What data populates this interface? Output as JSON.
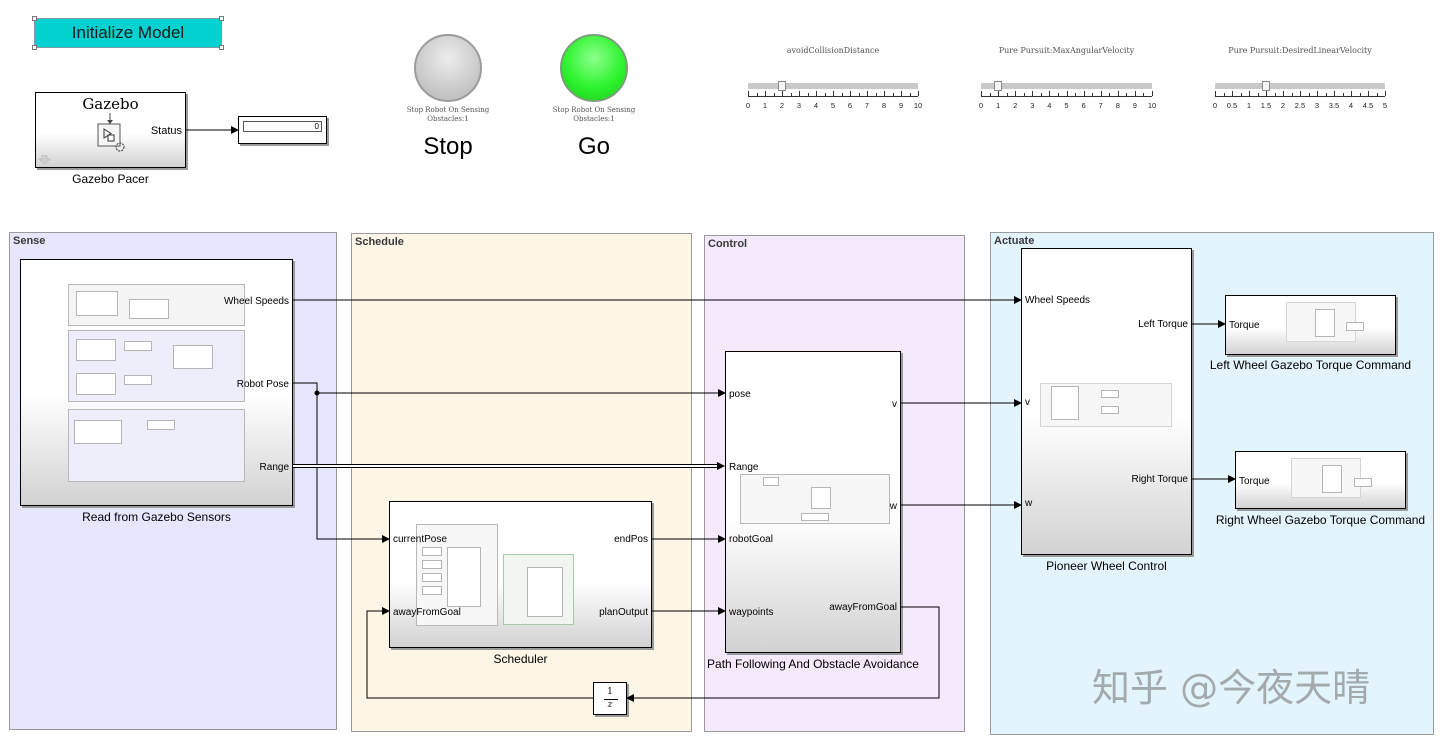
{
  "colors": {
    "initialize_button": "#00d1d1",
    "sense_area": "#e6e6ff",
    "schedule_area": "#fdf5e6",
    "control_area": "#f5e9fc",
    "actuate_area": "#e3f4fc",
    "lamp_stop": "#cdcdcd",
    "lamp_go": "#2ef42e"
  },
  "initialize_button": {
    "label": "Initialize Model"
  },
  "gazebo_pacer": {
    "title": "Gazebo",
    "port_status": "Status",
    "label": "Gazebo Pacer",
    "display_value": "0"
  },
  "lamps": [
    {
      "caption_line1": "Stop Robot On Sensing",
      "caption_line2": "Obstacles:1",
      "big_label": "Stop",
      "state": "off"
    },
    {
      "caption_line1": "Stop Robot On Sensing",
      "caption_line2": "Obstacles:1",
      "big_label": "Go",
      "state": "on"
    }
  ],
  "sliders": [
    {
      "title": "avoidCollisionDistance",
      "ticks": [
        "0",
        "1",
        "2",
        "3",
        "4",
        "5",
        "6",
        "7",
        "8",
        "9",
        "10"
      ],
      "min": 0,
      "max": 10,
      "value": 2
    },
    {
      "title": "Pure Pursuit:MaxAngularVelocity",
      "ticks": [
        "0",
        "1",
        "2",
        "3",
        "4",
        "5",
        "6",
        "7",
        "8",
        "9",
        "10"
      ],
      "min": 0,
      "max": 10,
      "value": 1
    },
    {
      "title": "Pure Pursuit:DesiredLinearVelocity",
      "ticks": [
        "0",
        "0.5",
        "1",
        "1.5",
        "2",
        "2.5",
        "3",
        "3.5",
        "4",
        "4.5",
        "5"
      ],
      "min": 0,
      "max": 5,
      "value": 1.5
    }
  ],
  "areas": {
    "sense": "Sense",
    "schedule": "Schedule",
    "control": "Control",
    "actuate": "Actuate"
  },
  "blocks": {
    "sensors": {
      "label": "Read from Gazebo Sensors",
      "out_wheel_speeds": "Wheel Speeds",
      "out_robot_pose": "Robot Pose",
      "out_range": "Range"
    },
    "scheduler": {
      "label": "Scheduler",
      "in_current_pose": "currentPose",
      "in_away_from_goal": "awayFromGoal",
      "out_end_pos": "endPos",
      "out_plan_output": "planOutput"
    },
    "path_following": {
      "label": "Path Following And Obstacle Avoidance",
      "in_pose": "pose",
      "in_range": "Range",
      "in_robot_goal": "robotGoal",
      "in_waypoints": "waypoints",
      "out_v": "v",
      "out_w": "w",
      "out_away_from_goal": "awayFromGoal"
    },
    "wheel_control": {
      "label": "Pioneer Wheel Control",
      "in_wheel_speeds": "Wheel Speeds",
      "in_v": "v",
      "in_w": "w",
      "out_left_torque": "Left Torque",
      "out_right_torque": "Right Torque"
    },
    "left_cmd": {
      "label": "Left Wheel Gazebo Torque Command",
      "in_torque": "Torque"
    },
    "right_cmd": {
      "label": "Right Wheel Gazebo Torque Command",
      "in_torque": "Torque"
    },
    "unit_delay": {
      "numerator": "1",
      "denominator": "z"
    }
  },
  "watermark": "知乎 @今夜天晴"
}
